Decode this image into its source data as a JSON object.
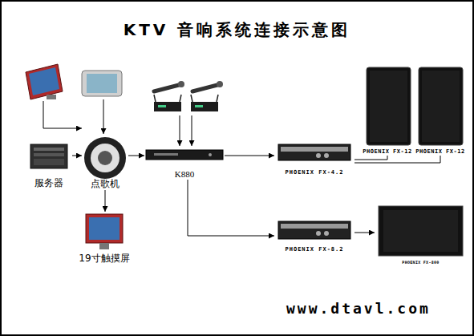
{
  "diagram": {
    "title": "KTV 音响系统连接示意图",
    "nodes": [
      {
        "text": []
      },
      {
        "text": []
      },
      {
        "text": []
      },
      {
        "text": []
      },
      {
        "text": [
          "服务器"
        ]
      },
      {
        "text": [
          "点歌机"
        ]
      },
      {
        "text": [
          "K880"
        ]
      },
      {
        "text": [
          "PHOENIX FX-4.2"
        ]
      },
      {
        "text": [
          "PHOENIX FX-12"
        ]
      },
      {
        "text": [
          "PHOENIX FX-12"
        ]
      },
      {
        "text": [
          "19寸触摸屏"
        ]
      },
      {
        "text": [
          "PHOENIX FX-8.2"
        ]
      },
      {
        "text": [
          "PHOENIX FX-800"
        ]
      }
    ],
    "edges": [
      {
        "from": 0,
        "to": 5,
        "arrow": "to"
      },
      {
        "from": 1,
        "to": 5,
        "arrow": "to"
      },
      {
        "from": 4,
        "to": 5,
        "arrow": "to"
      },
      {
        "from": 5,
        "to": 6,
        "arrow": "to"
      },
      {
        "from": 2,
        "to": 6,
        "arrow": "to"
      },
      {
        "from": 3,
        "to": 6,
        "arrow": "to"
      },
      {
        "from": 5,
        "to": 10,
        "arrow": "to"
      },
      {
        "from": 6,
        "to": 7,
        "arrow": "to"
      },
      {
        "from": 6,
        "to": 11,
        "arrow": "to"
      },
      {
        "from": 7,
        "to": 8,
        "arrow": "none"
      },
      {
        "from": 7,
        "to": 9,
        "arrow": "none"
      },
      {
        "from": 11,
        "to": 12,
        "arrow": "to"
      }
    ],
    "labels": [
      "www.dtavl.com"
    ]
  }
}
